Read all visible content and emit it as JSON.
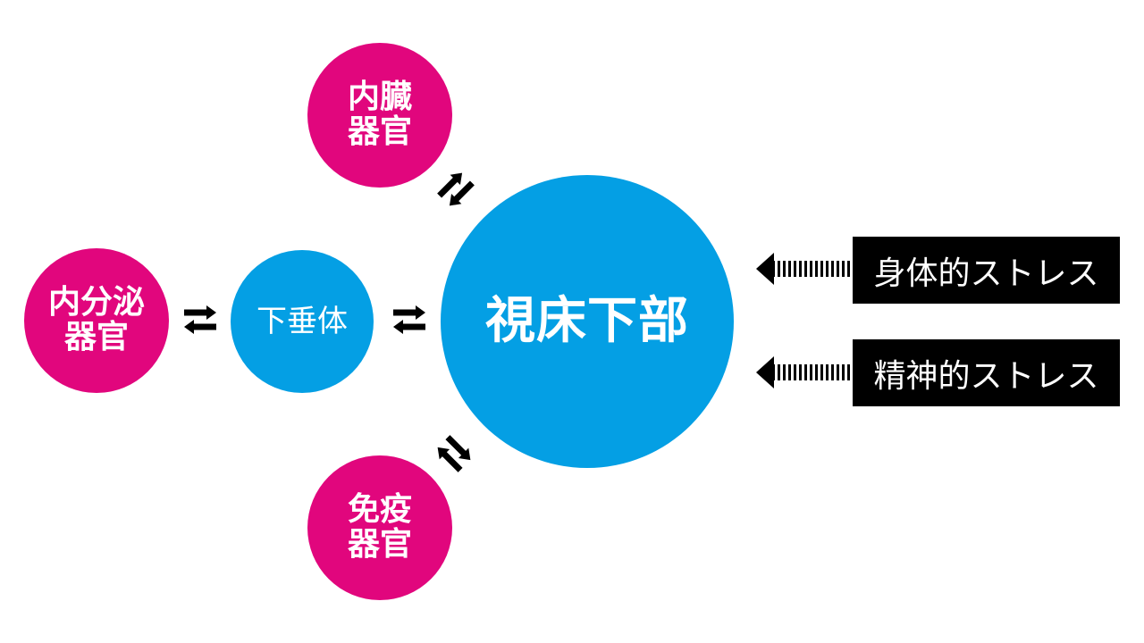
{
  "diagram": {
    "nodes": {
      "viscera": {
        "label": "内臓\n器官"
      },
      "endocrine": {
        "label": "内分泌\n器官"
      },
      "immune": {
        "label": "免疫\n器官"
      },
      "pituitary": {
        "label": "下垂体"
      },
      "hypothalamus": {
        "label": "視床下部"
      }
    },
    "inputs": [
      {
        "label": "身体的ストレス"
      },
      {
        "label": "精神的ストレス"
      }
    ],
    "colors": {
      "pink": "#e1067d",
      "blue": "#049fe4",
      "box": "#000000",
      "arrow": "#000000"
    }
  }
}
